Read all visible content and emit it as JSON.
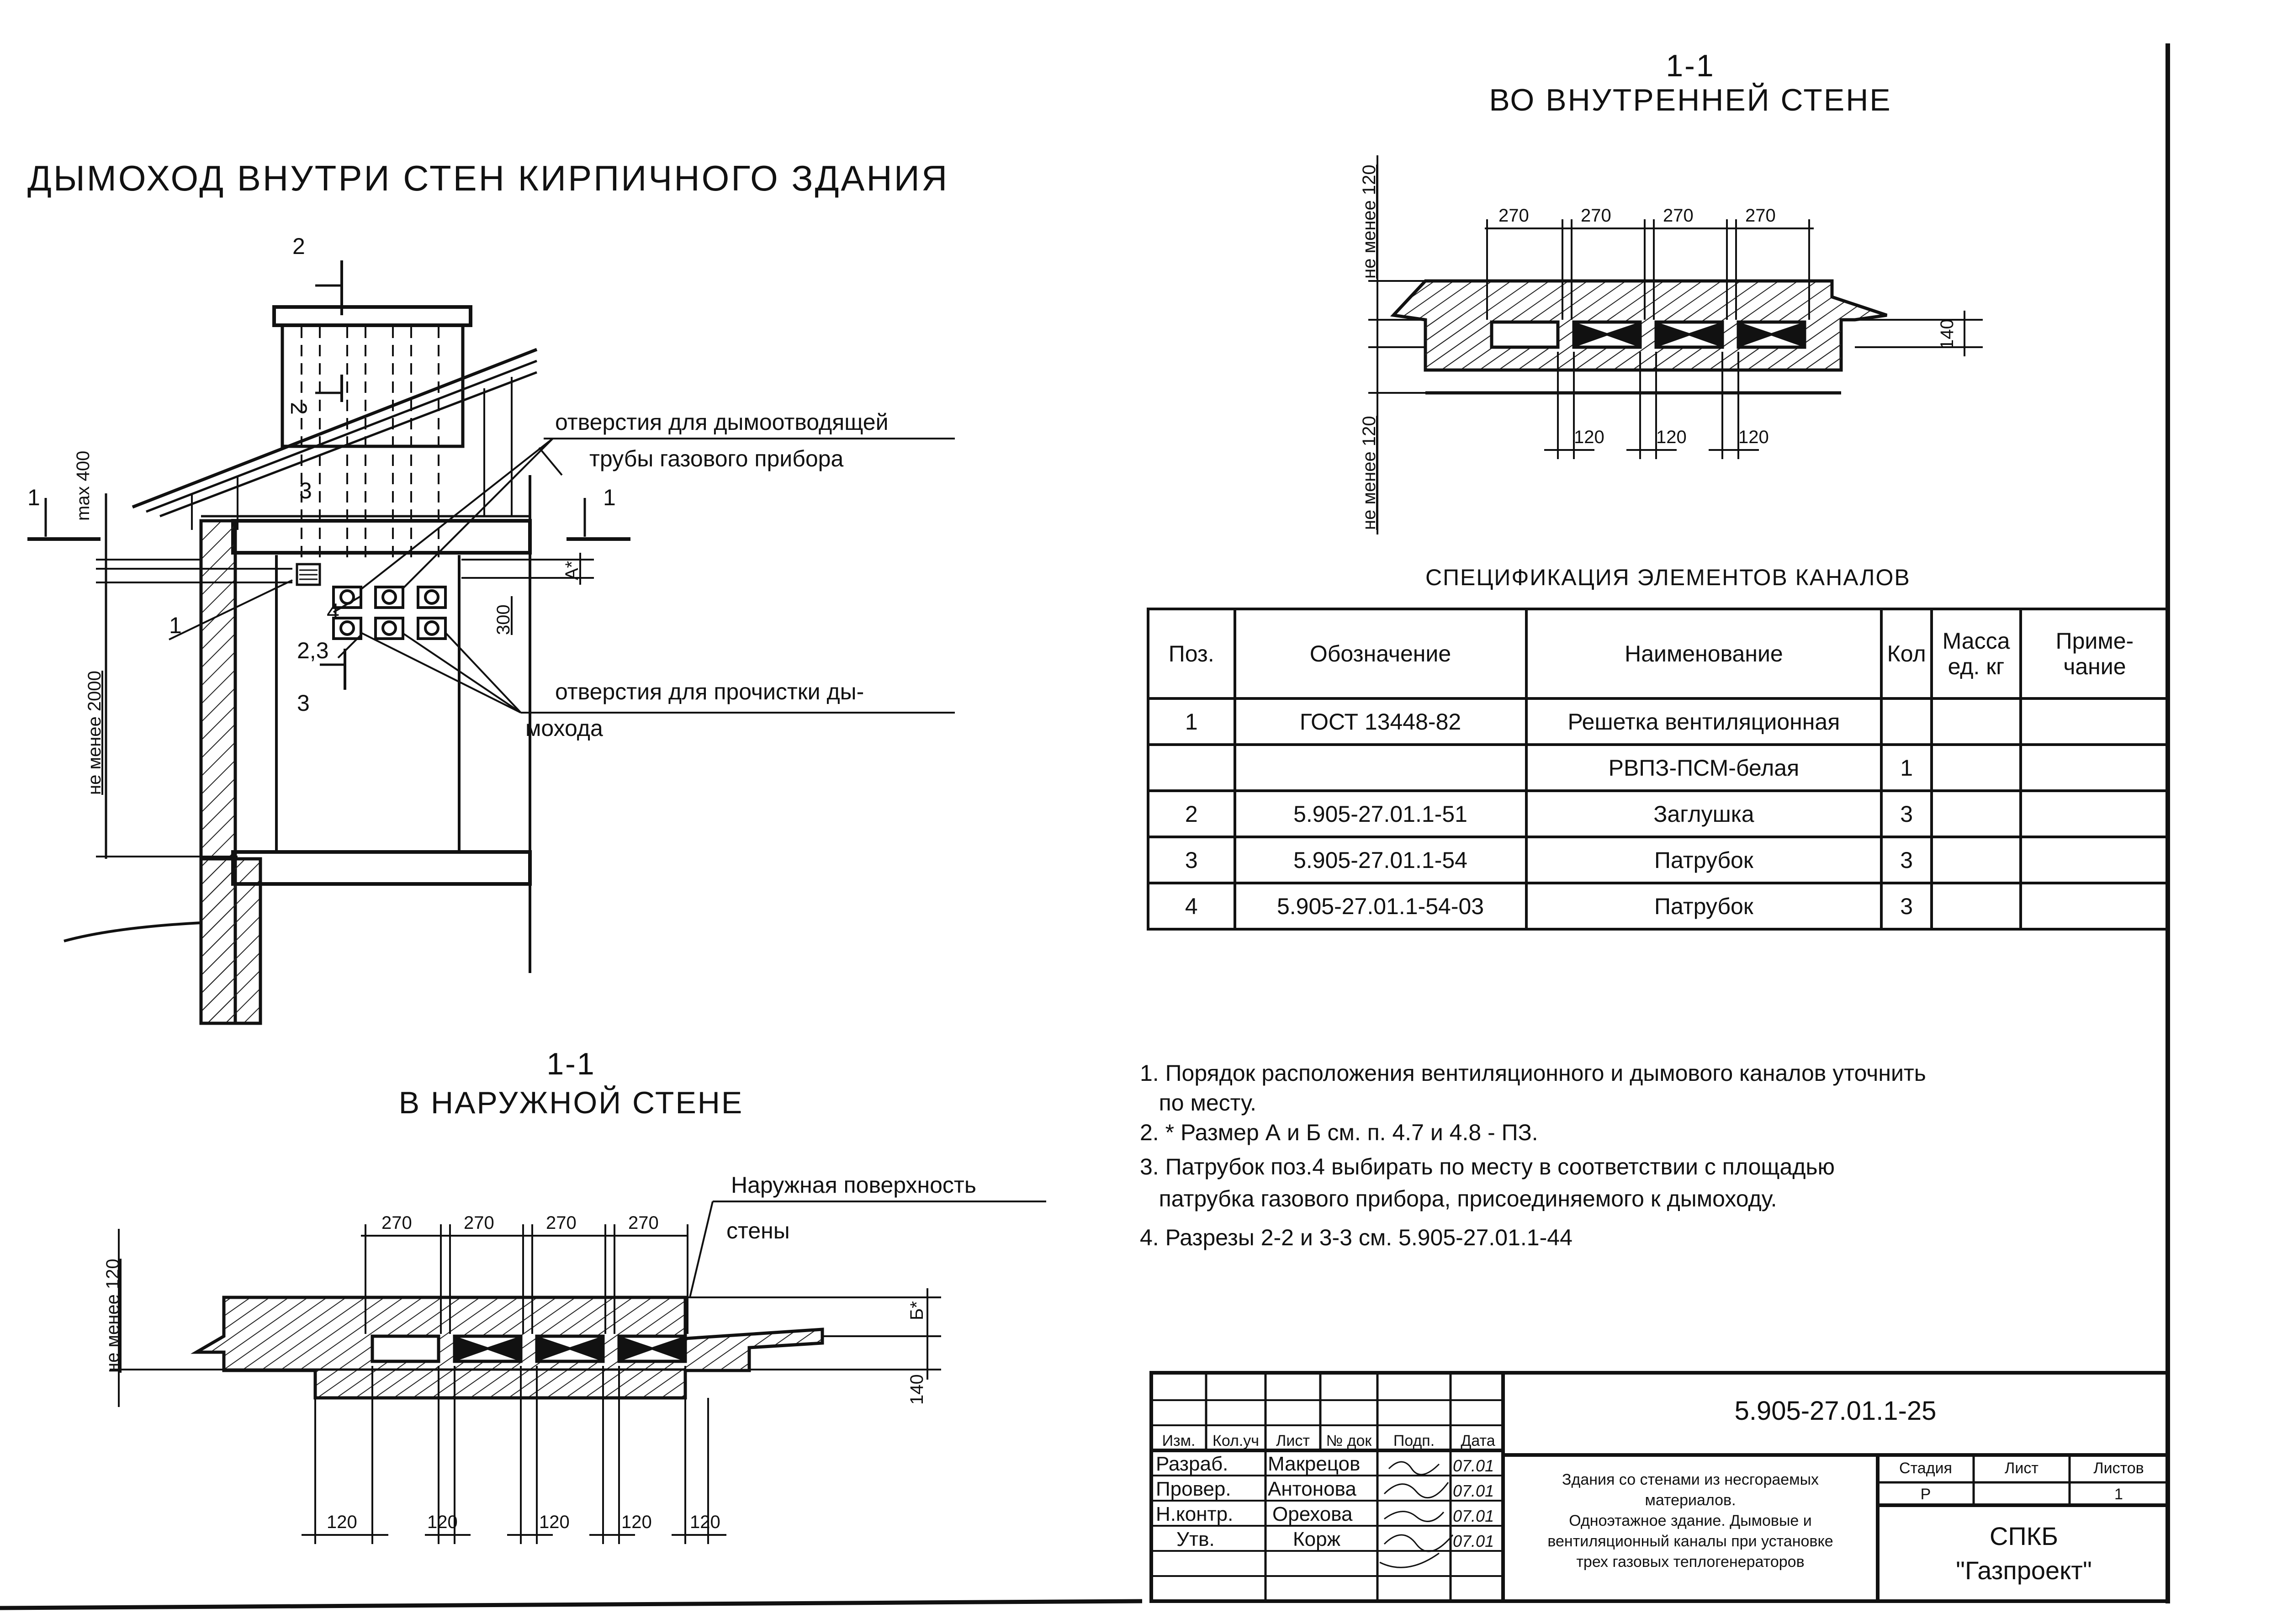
{
  "main_title": "ДЫМОХОД ВНУТРИ СТЕН КИРПИЧНОГО ЗДАНИЯ",
  "elevation": {
    "section_2": "2",
    "section_2b": "2",
    "section_1_left": "1",
    "section_1_right": "1",
    "section_3_top": "3",
    "section_3_bottom": "3",
    "label_1": "1",
    "label_4": "4",
    "label_23": "2,3",
    "dim_max400": "max 400",
    "dim_min2000": "не менее 2000",
    "dim_a": "А*",
    "dim_300": "300",
    "callout_smoke_1": "отверстия для дымоотводящей",
    "callout_smoke_2": "трубы газового прибора",
    "callout_clean_1": "отверстия для прочистки ды-",
    "callout_clean_2": "мохода"
  },
  "section_inner": {
    "num": "1-1",
    "title": "ВО ВНУТРЕННЕЙ СТЕНЕ",
    "dims_top": [
      "270",
      "270",
      "270",
      "270"
    ],
    "dims_bottom": [
      "120",
      "120",
      "120"
    ],
    "dim_right": "140",
    "side_top": "не менее 120",
    "side_bottom": "не менее 120"
  },
  "section_outer": {
    "num": "1-1",
    "title": "В НАРУЖНОЙ СТЕНЕ",
    "callout_1": "Наружная поверхность",
    "callout_2": "стены",
    "dims_top": [
      "270",
      "270",
      "270",
      "270"
    ],
    "dims_bottom": [
      "120",
      "120",
      "120",
      "120",
      "120"
    ],
    "dim_right_top": "Б*",
    "dim_right_bottom": "140",
    "side": "не менее 120"
  },
  "spec": {
    "title": "СПЕЦИФИКАЦИЯ ЭЛЕМЕНТОВ КАНАЛОВ",
    "headers": [
      "Поз.",
      "Обозначение",
      "Наименование",
      "Кол",
      "Масса ед. кг",
      "Приме- чание"
    ],
    "rows": [
      [
        "1",
        "ГОСТ 13448-82",
        "Решетка вентиляционная",
        "",
        "",
        ""
      ],
      [
        "",
        "",
        "РВПЗ-ПСМ-белая",
        "1",
        "",
        ""
      ],
      [
        "2",
        "5.905-27.01.1-51",
        "Заглушка",
        "3",
        "",
        ""
      ],
      [
        "3",
        "5.905-27.01.1-54",
        "Патрубок",
        "3",
        "",
        ""
      ],
      [
        "4",
        "5.905-27.01.1-54-03",
        "Патрубок",
        "3",
        "",
        ""
      ]
    ]
  },
  "notes": [
    "1. Порядок расположения вентиляционного и дымового каналов уточнить",
    "   по месту.",
    "2. * Размер А и Б см. п. 4.7 и 4.8 - ПЗ.",
    "3. Патрубок поз.4 выбирать по месту в соответствии с площадью",
    "   патрубка газового прибора, присоединяемого к дымоходу.",
    "4. Разрезы 2-2 и 3-3 см. 5.905-27.01.1-44"
  ],
  "title_block": {
    "doc_code": "5.905-27.01.1-25",
    "col_headers": [
      "Изм.",
      "Кол.уч",
      "Лист",
      "№ док",
      "Подп.",
      "Дата"
    ],
    "roles": [
      "Разраб.",
      "Провер.",
      "Н.контр.",
      "Утв."
    ],
    "names": [
      "Макрецов",
      "Антонова",
      "Орехова",
      "Корж"
    ],
    "dates": [
      "07.01",
      "07.01",
      "07.01",
      "07.01"
    ],
    "description": [
      "Здания со стенами из несгораемых",
      "материалов.",
      "Одноэтажное здание. Дымовые и",
      "вентиляционный каналы при установке",
      "трех газовых теплогенераторов"
    ],
    "stage_label": "Стадия",
    "sheet_label": "Лист",
    "sheets_label": "Листов",
    "stage": "Р",
    "sheet": "",
    "sheets": "1",
    "org_1": "СПКБ",
    "org_2": "\"Газпроект\""
  }
}
